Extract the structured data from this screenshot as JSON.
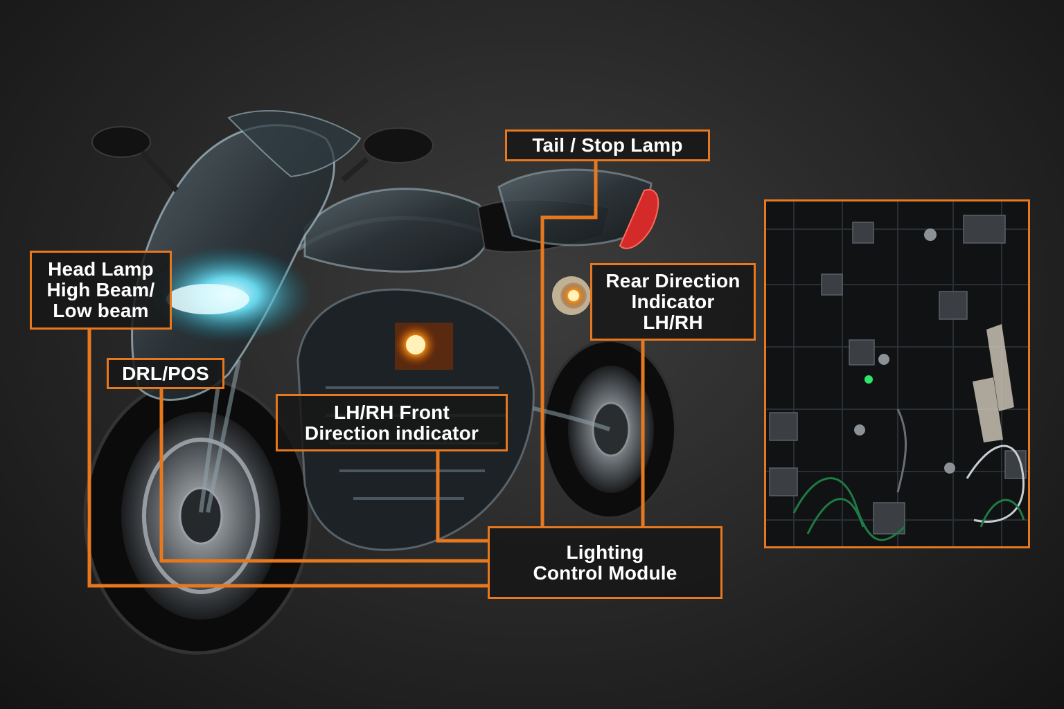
{
  "colors": {
    "accent": "#e8781e",
    "background": "#262626",
    "headlamp_glow": "#6fe8ff",
    "indicator_glow": "#ff9a1a",
    "tail_lamp": "#d42a2a"
  },
  "labels": {
    "tail_stop_lamp": "Tail / Stop Lamp",
    "head_lamp": "Head Lamp\nHigh Beam/\nLow beam",
    "rear_direction_indicator": "Rear Direction\nIndicator\nLH/RH",
    "drl_pos": "DRL/POS",
    "front_direction_indicator": "LH/RH Front\nDirection indicator",
    "lighting_control_module": "Lighting\nControl Module"
  },
  "icons": {
    "motorcycle": "motorcycle-illustration",
    "front_indicator": "amber-indicator-lamp",
    "rear_indicator": "amber-indicator-lamp",
    "pcb": "circuit-board-photo"
  }
}
